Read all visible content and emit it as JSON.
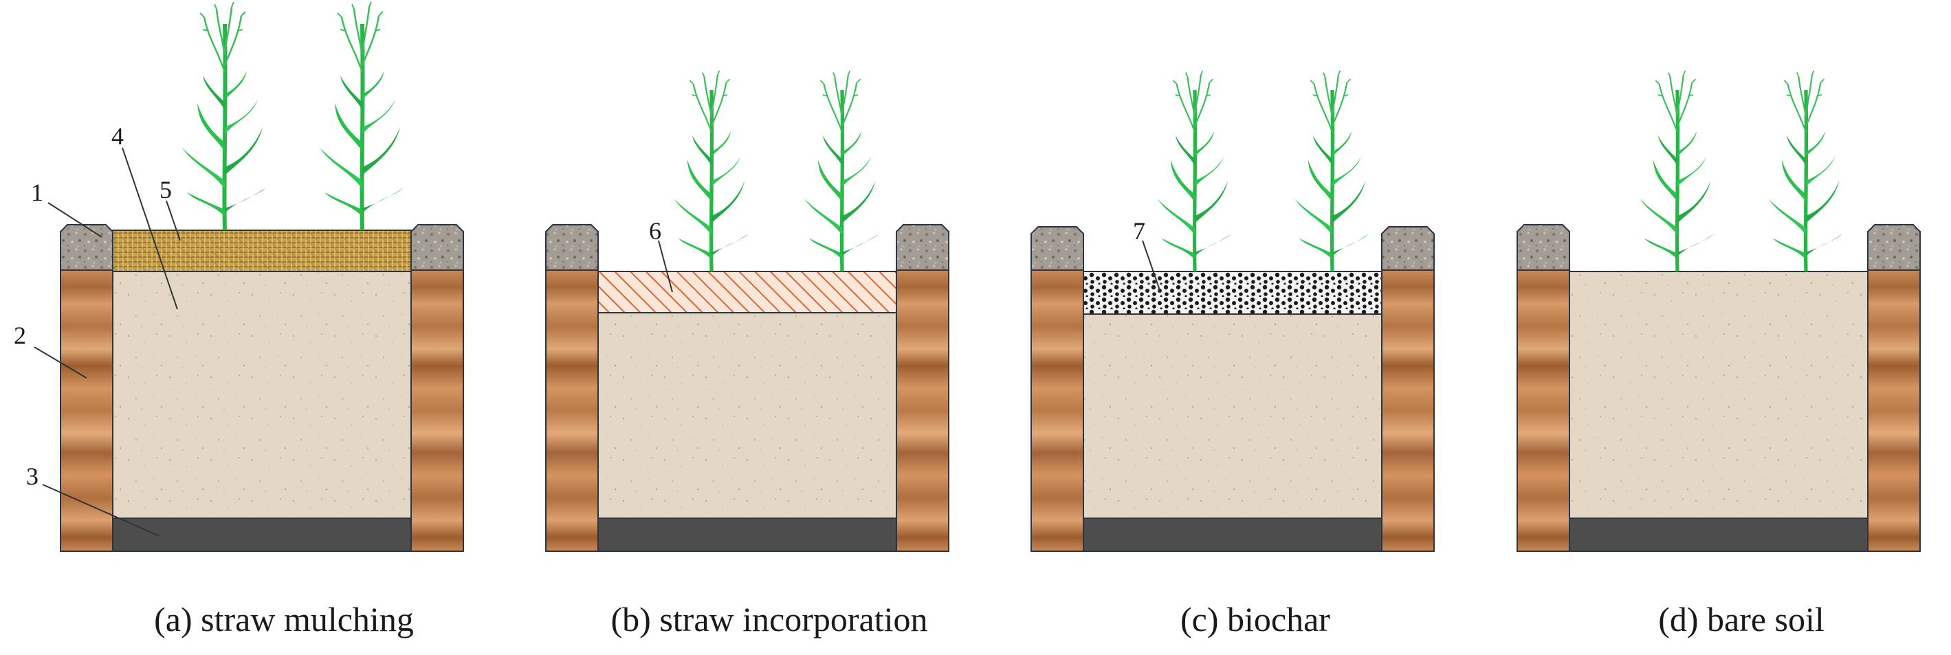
{
  "panels": [
    {
      "id": "a",
      "caption": "(a) straw mulching",
      "top_layer": "straw-mulch"
    },
    {
      "id": "b",
      "caption": "(b) straw incorporation",
      "top_layer": "straw-incorporation"
    },
    {
      "id": "c",
      "caption": "(c) biochar",
      "top_layer": "biochar"
    },
    {
      "id": "d",
      "caption": "(d) bare soil",
      "top_layer": "none"
    }
  ],
  "callouts": [
    {
      "label": "1",
      "refers_to": "cap-block"
    },
    {
      "label": "2",
      "refers_to": "wooden-wall"
    },
    {
      "label": "3",
      "refers_to": "bottom-layer"
    },
    {
      "label": "4",
      "refers_to": "soil-body"
    },
    {
      "label": "5",
      "refers_to": "straw-mulch-layer"
    },
    {
      "label": "6",
      "refers_to": "straw-incorporation-layer"
    },
    {
      "label": "7",
      "refers_to": "biochar-layer"
    }
  ],
  "colors": {
    "soil": "#e3d8c6",
    "wood_light": "#cf9160",
    "wood_dark": "#9a5a2c",
    "cap": "#9c9690",
    "bottom": "#4d4d4d",
    "straw_mulch": "#c8a04a",
    "straw_incorporation": "#d86a3e",
    "biochar": "#1b1b1b",
    "plant": "#22bb44",
    "outline": "#2b3445"
  }
}
